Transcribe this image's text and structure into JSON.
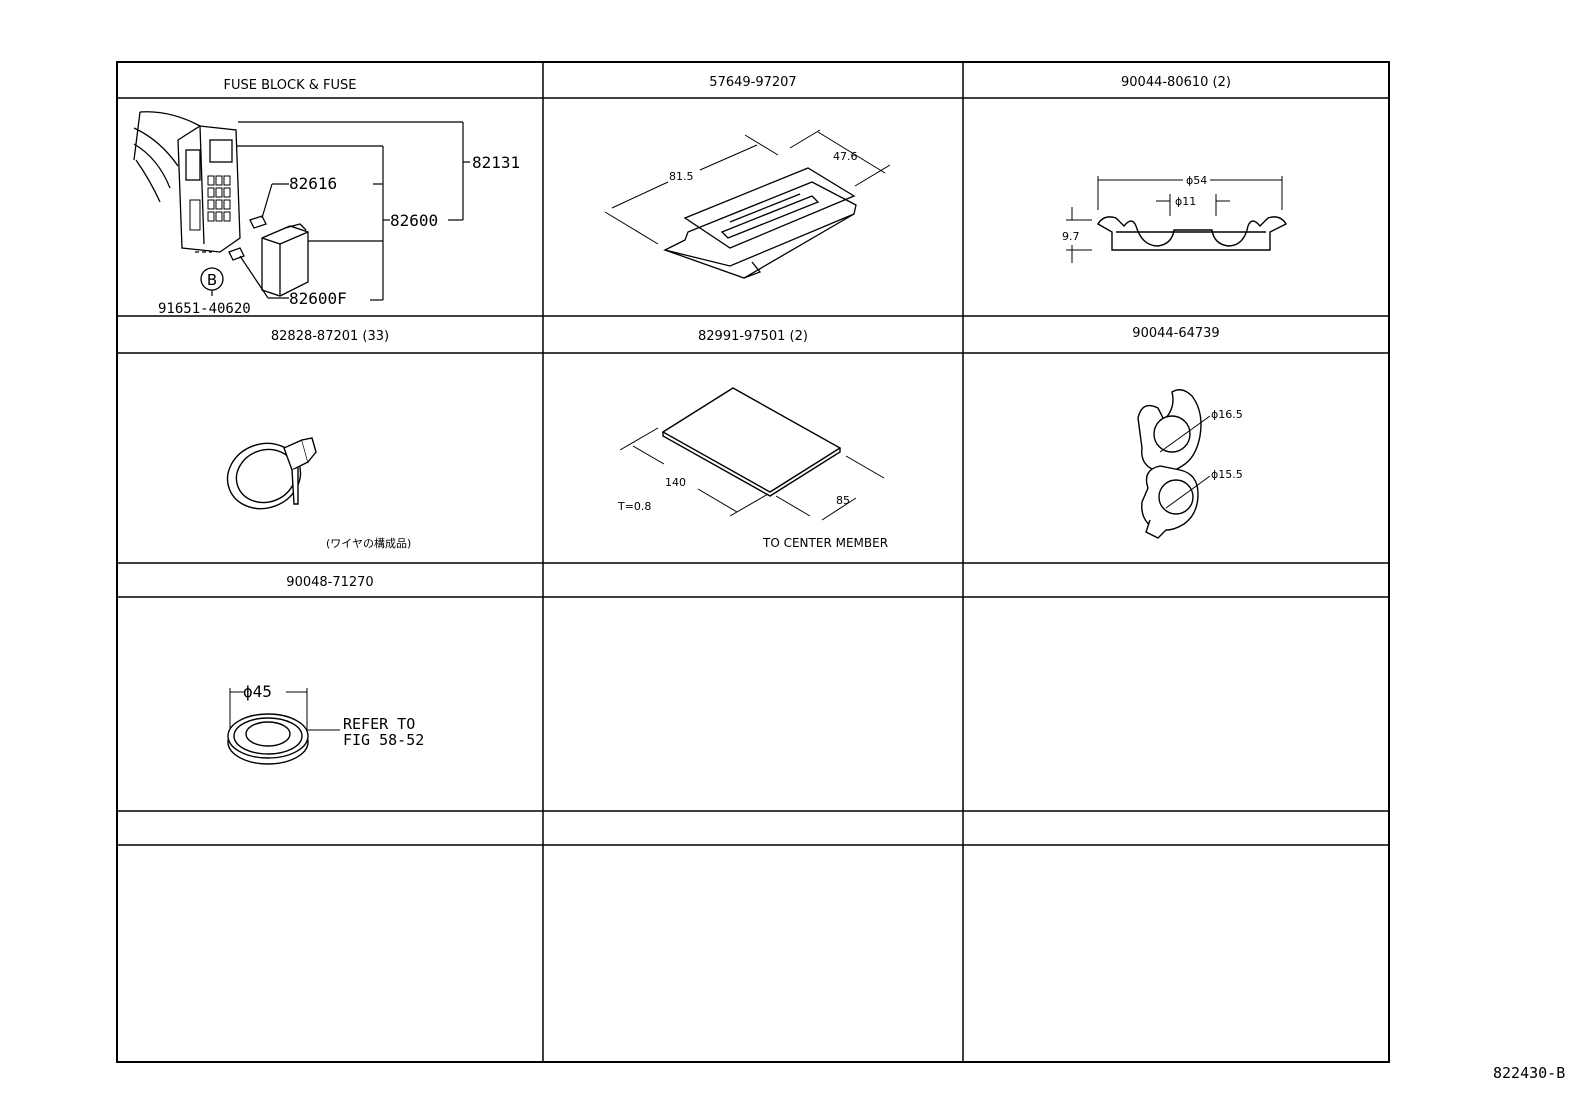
{
  "cells": [
    {
      "header": "FUSE BLOCK & FUSE",
      "parts": [
        "82131",
        "82616",
        "82600",
        "82600F",
        "91651-40620"
      ],
      "callout": "B"
    },
    {
      "header": "57649-97207",
      "dims": [
        "81.5",
        "47.6"
      ]
    },
    {
      "header": "90044-80610 (2)",
      "dims": [
        "ϕ54",
        "ϕ11",
        "9.7"
      ]
    },
    {
      "header": "82828-87201 (33)",
      "note": "(ワイヤの構成品)"
    },
    {
      "header": "82991-97501 (2)",
      "dims": [
        "140",
        "85",
        "T=0.8"
      ],
      "note": "TO CENTER MEMBER"
    },
    {
      "header": "90044-64739",
      "dims": [
        "ϕ16.5",
        "ϕ15.5"
      ]
    },
    {
      "header": "90048-71270",
      "dims": [
        "ϕ45"
      ],
      "note_lines": [
        "REFER TO",
        "FIG 58-52"
      ]
    },
    {
      "header": ""
    },
    {
      "header": ""
    },
    {
      "header": ""
    },
    {
      "header": ""
    },
    {
      "header": ""
    }
  ],
  "figure_id": "822430-B"
}
